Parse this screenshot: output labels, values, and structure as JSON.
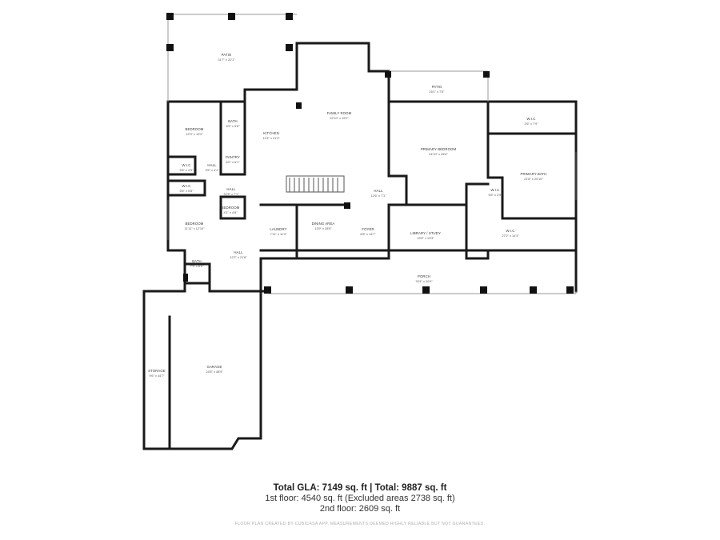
{
  "rooms": [
    {
      "id": "patio-1",
      "name": "PATIO",
      "dims": "31'7\" x 22'1\""
    },
    {
      "id": "patio-2",
      "name": "PATIO",
      "dims": "25'1\" x 7'5\""
    },
    {
      "id": "family-room",
      "name": "FAMILY ROOM",
      "dims": "22'10\" x 19'2\""
    },
    {
      "id": "bath-1",
      "name": "BATH",
      "dims": "6'9\" x 5'8\""
    },
    {
      "id": "bedroom-1",
      "name": "BEDROOM",
      "dims": "12'3\" x 13'9\""
    },
    {
      "id": "kitchen",
      "name": "KITCHEN",
      "dims": "12'4\" x 21'3\""
    },
    {
      "id": "pantry",
      "name": "PANTRY",
      "dims": "6'0\" x 6'1\""
    },
    {
      "id": "hall-1",
      "name": "HALL",
      "dims": "3'5\" x 4'1\""
    },
    {
      "id": "wic-1",
      "name": "W.I.C",
      "dims": "5'6\" x 4'9\""
    },
    {
      "id": "wic-2",
      "name": "W.I.C",
      "dims": "5'6\" x 5'8\""
    },
    {
      "id": "hall-2",
      "name": "HALL",
      "dims": "32'8\" x 7'1\""
    },
    {
      "id": "bedroom-2",
      "name": "BEDROOM",
      "dims": "4'1\" x 4'8\""
    },
    {
      "id": "bedroom-3",
      "name": "BEDROOM",
      "dims": "11'11\" x 12'10\""
    },
    {
      "id": "primary-bedroom",
      "name": "PRIMARY BEDROOM",
      "dims": "24'10\" x 25'6\""
    },
    {
      "id": "wic-3",
      "name": "W.I.C",
      "dims": "2'6\" x 7'9\""
    },
    {
      "id": "primary-bath",
      "name": "PRIMARY BATH",
      "dims": "21'8\" x 20'10\""
    },
    {
      "id": "wic-4",
      "name": "W.I.C",
      "dims": "5'6\" x 3'9\""
    },
    {
      "id": "hall-3",
      "name": "HALL",
      "dims": "12'6\" x 7'1\""
    },
    {
      "id": "laundry",
      "name": "LAUNDRY",
      "dims": "7'11\" x 11'3\""
    },
    {
      "id": "dining-area",
      "name": "DINING AREA",
      "dims": "13'9\" x 28'8\""
    },
    {
      "id": "foyer",
      "name": "FOYER",
      "dims": "8'8\" x 13'7\""
    },
    {
      "id": "library-study",
      "name": "LIBRARY / STUDY",
      "dims": "19'5\" x 13'3\""
    },
    {
      "id": "wic-5",
      "name": "W.I.C",
      "dims": "27'2\" x 14'3\""
    },
    {
      "id": "bath-2",
      "name": "BATH",
      "dims": "7'3\" x 6'0\""
    },
    {
      "id": "hall-4",
      "name": "HALL",
      "dims": "12'2\" x 21'8\""
    },
    {
      "id": "porch",
      "name": "PORCH",
      "dims": "76'4\" x 10'4\""
    },
    {
      "id": "storage",
      "name": "STORAGE",
      "dims": "9'6\" x 44'7\""
    },
    {
      "id": "garage",
      "name": "GARAGE",
      "dims": "24'8\" x 48'9\""
    }
  ],
  "summary": {
    "total": "Total GLA: 7149 sq. ft | Total: 9887 sq. ft",
    "floors": [
      "1st floor: 4540 sq. ft (Excluded areas 2738 sq. ft)",
      "2nd floor: 2609 sq. ft"
    ]
  },
  "disclaimer": "FLOOR PLAN CREATED BY CUBICASA APP. MEASUREMENTS DEEMED HIGHLY RELIABLE BUT NOT GUARANTEED."
}
